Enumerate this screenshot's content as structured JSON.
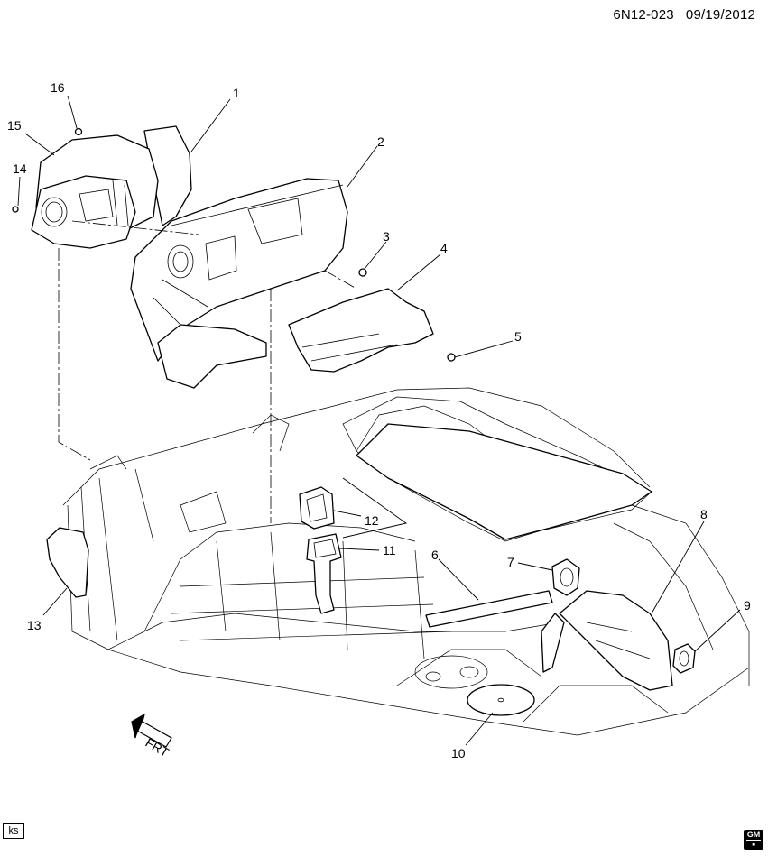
{
  "header": {
    "doc_id": "6N12-023",
    "date": "09/19/2012"
  },
  "diagram": {
    "callouts": [
      "1",
      "2",
      "3",
      "4",
      "5",
      "6",
      "7",
      "8",
      "9",
      "10",
      "11",
      "12",
      "13",
      "14",
      "15",
      "16"
    ],
    "front_arrow_label": "FRT"
  },
  "footer": {
    "initials": "ks",
    "logo_text": "GM"
  }
}
